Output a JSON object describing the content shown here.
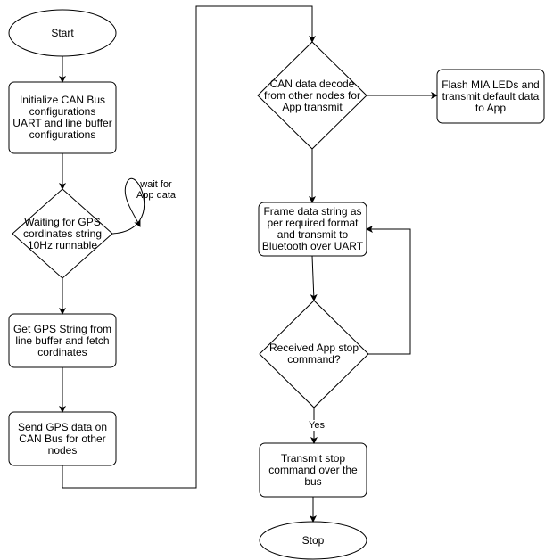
{
  "nodes": {
    "start": "Start",
    "init": "Initialize CAN Bus\nconfigurations\nUART and line buffer\nconfigurations",
    "wait_gps": "Waiting for GPS\ncordinates string\n10Hz runnable",
    "get_gps": "Get GPS String from\nline buffer and fetch\ncordinates",
    "send_gps": "Send GPS data on\nCAN Bus for other\nnodes",
    "can_decode": "CAN data decode\nfrom other nodes for\nApp transmit",
    "flash_mia": "Flash MIA LEDs and\ntransmit default data\nto App",
    "frame_data": "Frame data string as\nper required format\nand transmit to\nBluetooth over UART",
    "app_stop": "Received App stop\ncommand?",
    "transmit_stop": "Transmit stop\ncommand over the\nbus",
    "stop": "Stop"
  },
  "edge_labels": {
    "wait_for_app": "wait for\nApp data",
    "yes": "Yes"
  },
  "colors": {
    "stroke": "#000000",
    "fill": "#ffffff",
    "text": "#000000"
  }
}
